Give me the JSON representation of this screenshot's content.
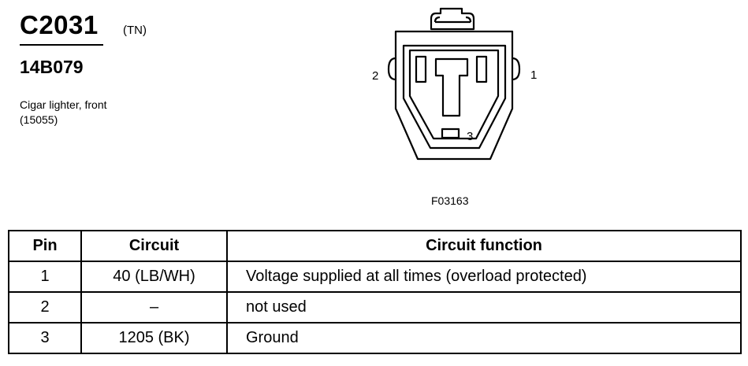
{
  "header": {
    "connector_id": "C2031",
    "connector_color": "(TN)",
    "part_number": "14B079",
    "description_line1": "Cigar lighter, front",
    "description_line2": "(15055)"
  },
  "diagram": {
    "pin_labels": [
      "2",
      "1",
      "3"
    ],
    "figure_code": "F03163"
  },
  "table": {
    "headers": [
      "Pin",
      "Circuit",
      "Circuit function"
    ],
    "rows": [
      {
        "pin": "1",
        "circuit": "40 (LB/WH)",
        "function": "Voltage supplied at all times (overload protected)"
      },
      {
        "pin": "2",
        "circuit": "–",
        "function": "not used"
      },
      {
        "pin": "3",
        "circuit": "1205 (BK)",
        "function": "Ground"
      }
    ]
  }
}
